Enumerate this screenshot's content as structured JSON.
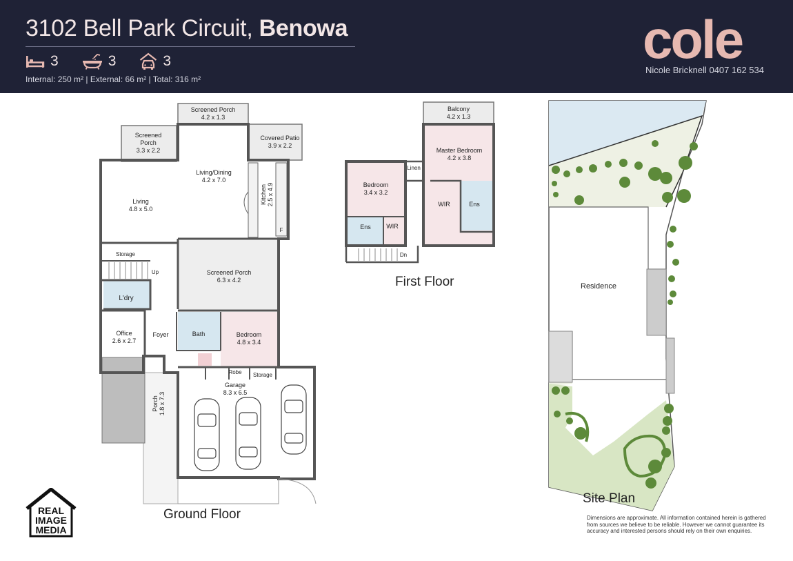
{
  "header": {
    "address": "3102 Bell Park Circuit,",
    "suburb": "Benowa",
    "bedrooms": "3",
    "bathrooms": "3",
    "car_spaces": "3",
    "areas": "Internal: 250 m²  |  External: 66 m²  |  Total: 316 m²",
    "brand": "cole",
    "agent": "Nicole Bricknell  0407 162 534"
  },
  "icons": {
    "bed": "bed-icon",
    "bath": "bath-icon",
    "car": "garage-car-icon",
    "logo": "real-image-media-house-logo"
  },
  "colors": {
    "header_bg": "#1f2236",
    "brand": "#e7b9b1",
    "wet_area": "#d6e7f0",
    "bedroom": "#f6e6e8",
    "outdoor": "#e9e9e9",
    "site_grass": "#d8e6c4",
    "site_hedge": "#5d8a3a"
  },
  "ground_floor": {
    "title": "Ground Floor",
    "rooms": {
      "screened_porch_top": [
        "Screened Porch",
        "4.2 x 1.3"
      ],
      "screened_porch_left": [
        "Screened",
        "Porch",
        "3.3 x 2.2"
      ],
      "covered_patio": [
        "Covered Patio",
        "3.9 x 2.2"
      ],
      "living_dining": [
        "Living/Dining",
        "4.2 x 7.0"
      ],
      "living": [
        "Living",
        "4.8 x 5.0"
      ],
      "kitchen": [
        "Kitchen",
        "2.5 x 4.9"
      ],
      "fridge": "F",
      "storage_a": "Storage",
      "up": "Up",
      "laundry": "L'dry",
      "screened_porch_mid": [
        "Screened Porch",
        "6.3 x 4.2"
      ],
      "office": [
        "Office",
        "2.6 x 2.7"
      ],
      "foyer": "Foyer",
      "bath": "Bath",
      "bedroom": [
        "Bedroom",
        "4.8 x 3.4"
      ],
      "robe": "Robe",
      "storage_b": "Storage",
      "garage": [
        "Garage",
        "8.3 x 6.5"
      ],
      "porch": [
        "Porch",
        "1.8 x 7.3"
      ]
    }
  },
  "first_floor": {
    "title": "First Floor",
    "rooms": {
      "balcony": [
        "Balcony",
        "4.2 x 1.3"
      ],
      "master": [
        "Master Bedroom",
        "4.2 x 3.8"
      ],
      "linen": "Linen",
      "bedroom": [
        "Bedroom",
        "3.4 x 3.2"
      ],
      "wir_a": "WIR",
      "ens_a": "Ens",
      "wir_b": "WIR",
      "ens_b": "Ens",
      "dn": "Dn"
    }
  },
  "site_plan": {
    "title": "Site Plan",
    "residence": "Residence"
  },
  "logo": {
    "line1": "REAL",
    "line2": "IMAGE",
    "line3": "MEDIA"
  },
  "disclaimer": "Dimensions are approximate.  All information contained herein is gathered from sources we believe to be reliable.  However we cannot guarantee its accuracy and interested persons should rely on their own enquiries."
}
